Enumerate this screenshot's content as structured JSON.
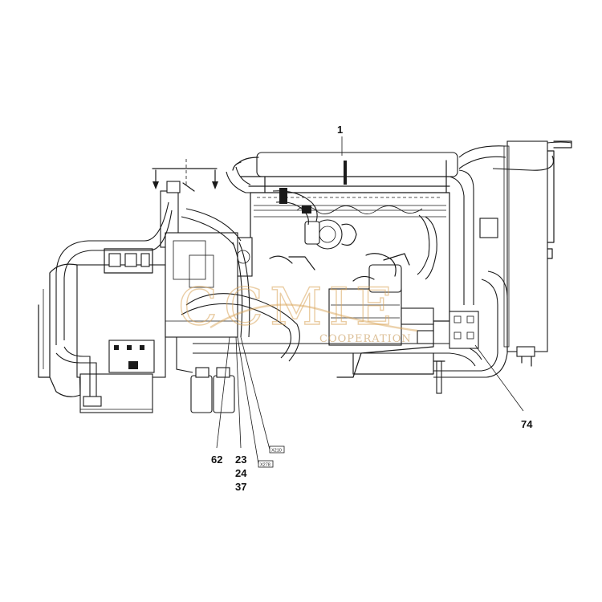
{
  "callouts": {
    "c1": "1",
    "c62": "62",
    "c23": "23",
    "c24": "24",
    "c37": "37",
    "c74": "74"
  },
  "tags": {
    "t1": "X210",
    "t2": "X278"
  },
  "watermark": {
    "letters": "CCMIE",
    "subtitle": "COOPERATION"
  },
  "colors": {
    "line": "#1a1a1a",
    "watermark": "#d9a55a"
  }
}
